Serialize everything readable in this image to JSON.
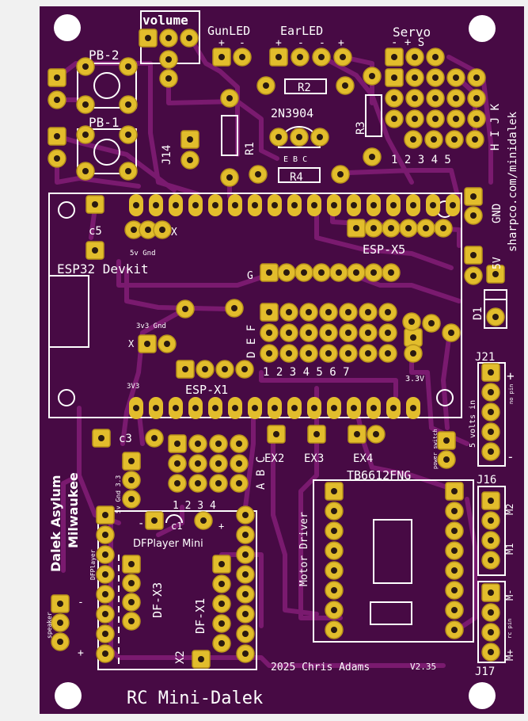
{
  "colors": {
    "background": "#f1f1f1",
    "board": "#470a44",
    "trace": "#7a1a6f",
    "silkscreen": "#ffffff",
    "pad": "#e2bd2c",
    "pad_dark": "#b8921a",
    "hole": "#2a1a10"
  },
  "labels": {
    "volume": "volume",
    "pb2": "PB-2",
    "pb1": "PB-1",
    "j14": "J14",
    "gunled": "GunLED",
    "earled": "EarLED",
    "plus": "+",
    "minus": "-",
    "r2": "R2",
    "r1": "R1",
    "r3": "R3",
    "r4": "R4",
    "transistor": "2N3904",
    "ebc": "E B C",
    "servo": "Servo",
    "servo_pins": "- + S",
    "hijk": "H I J K",
    "servo_nums": "1 2 3 4 5",
    "website": "sharpco.com/minidalek",
    "gnd": "GND",
    "vin": "5V",
    "d1": "D1",
    "c5": "c5",
    "x_top": "X",
    "v5gnd": "5v Gnd",
    "esp32": "ESP32 Devkit",
    "espx5": "ESP-X5",
    "g": "G",
    "def": "D E F",
    "nums7": "1 2 3 4 5 6 7",
    "v33": "3.3V",
    "j21": "J21",
    "j21_plus": "+",
    "j21_minus": "-",
    "nopin": "no pin",
    "five_volts": "5 volts in",
    "x_mid": "X",
    "v3gnd": "3v3 Gnd",
    "v3v3": "3V3",
    "espx1": "ESP-X1",
    "c3": "c3",
    "abc": "A B C",
    "ex2": "EX2",
    "ex3": "EX3",
    "ex4": "EX4",
    "power_switch": "power switch",
    "tb": "TB6612FNG",
    "j16": "J16",
    "m2": "M2",
    "m1": "M1",
    "mminus": "M-",
    "mplus": "M+",
    "rcpin": "rc pin",
    "j17": "J17",
    "motor_driver": "Motor Driver",
    "dalek_asylum": "Dalek Asylum",
    "milwaukee": "Milwaukee",
    "dfplayer_side": "DFPlayer",
    "dfplayer_mini": "DFPlayer Mini",
    "dfx3": "DF-X3",
    "dfx1": "DF-X1",
    "x2": "X2",
    "c1": "c1",
    "v5gnd33": "5v Gnd 3.3",
    "speaker": "speaker",
    "spk_minus": "-",
    "spk_plus": "+",
    "year_author": "2025  Chris Adams",
    "version": "V2.35",
    "title": "RC Mini-Dalek",
    "nums1234": "1 2 3 4"
  }
}
